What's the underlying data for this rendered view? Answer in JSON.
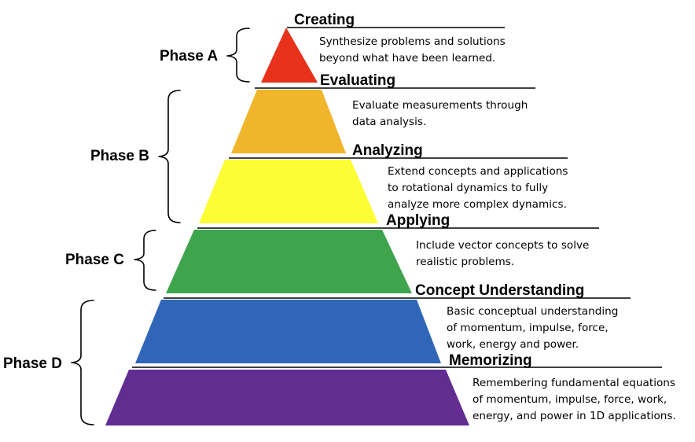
{
  "diagram": {
    "levels": [
      {
        "id": "creating",
        "label": "Creating",
        "color": "#e8321c",
        "description": [
          "Synthesize problems and solutions",
          "beyond what have been learned."
        ]
      },
      {
        "id": "evaluating",
        "label": "Evaluating",
        "color": "#f0b52a",
        "description": [
          "Evaluate measurements through",
          "data analysis."
        ]
      },
      {
        "id": "analyzing",
        "label": "Analyzing",
        "color": "#fdfd35",
        "description": [
          "Extend concepts and applications",
          "to rotational dynamics to fully",
          "analyze more complex dynamics."
        ]
      },
      {
        "id": "applying",
        "label": "Applying",
        "color": "#3fa54d",
        "description": [
          "Include vector concepts to solve",
          "realistic problems."
        ]
      },
      {
        "id": "concept-understanding",
        "label": "Concept Understanding",
        "color": "#2f66b7",
        "description": [
          "Basic conceptual understanding",
          "of momentum, impulse, force,",
          "work, energy and power."
        ]
      },
      {
        "id": "memorizing",
        "label": "Memorizing",
        "color": "#612d91",
        "description": [
          "Remembering fundamental equations",
          "of momentum, impulse, force, work,",
          "energy, and power in 1D applications."
        ]
      }
    ],
    "phases": [
      {
        "id": "phase-a",
        "label": "Phase A"
      },
      {
        "id": "phase-b",
        "label": "Phase B"
      },
      {
        "id": "phase-c",
        "label": "Phase C"
      },
      {
        "id": "phase-d",
        "label": "Phase D"
      }
    ]
  }
}
